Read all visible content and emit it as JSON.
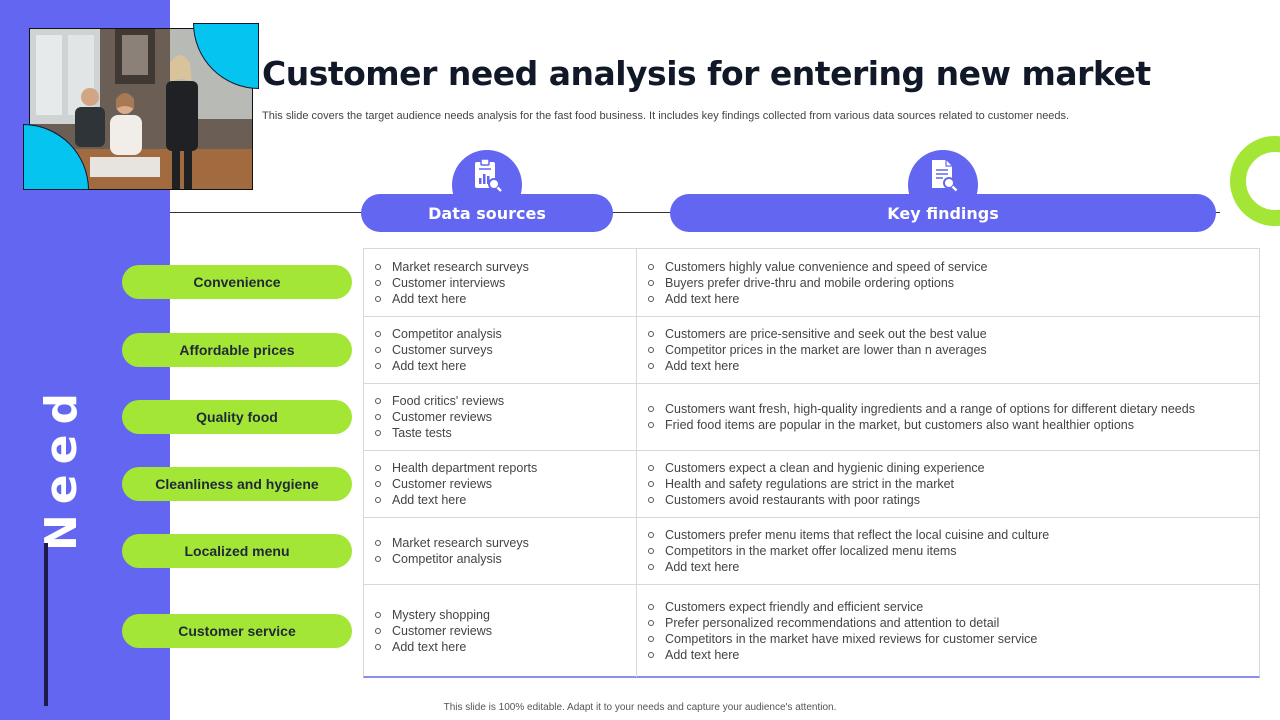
{
  "slide": {
    "title": "Customer need analysis for entering new market",
    "subtitle": "This slide covers the target audience needs analysis for the fast food business. It includes key findings collected from various data sources related to customer needs.",
    "side_label": "Need",
    "footer": "This slide is 100% editable. Adapt it to your needs and capture your audience's attention."
  },
  "columns": {
    "data_sources": "Data sources",
    "key_findings": "Key findings"
  },
  "icons": {
    "data_sources_icon": "report-search-icon",
    "key_findings_icon": "document-search-icon"
  },
  "colors": {
    "accent": "#6366f1",
    "lime": "#a3e635",
    "cyan": "#06c4f0"
  },
  "rows": [
    {
      "need": "Convenience",
      "sources": [
        "Market research surveys",
        "Customer interviews",
        "Add text here"
      ],
      "findings": [
        "Customers highly value  convenience  and speed of service",
        "Buyers prefer drive-thru  and mobile ordering options",
        "Add text here"
      ]
    },
    {
      "need": "Affordable prices",
      "sources": [
        "Competitor analysis",
        "Customer surveys",
        "Add text here"
      ],
      "findings": [
        "Customers are price-sensitive  and seek out the best value",
        "Competitor prices in the market are lower than n averages",
        "Add text here"
      ]
    },
    {
      "need": "Quality food",
      "sources": [
        "Food critics' reviews",
        "Customer reviews",
        "Taste tests"
      ],
      "findings": [
        "Customers want fresh, high-quality  ingredients  and a range  of options for different  dietary needs",
        "Fried food items are popular in the market, but customers also want healthier options"
      ]
    },
    {
      "need": "Cleanliness and hygiene",
      "sources": [
        "Health department  reports",
        "Customer reviews",
        "Add text here"
      ],
      "findings": [
        "Customers expect a clean and hygienic dining experience",
        "Health and safety regulations are strict in the market",
        "Customers avoid restaurants with poor ratings"
      ]
    },
    {
      "need": "Localized menu",
      "sources": [
        "Market research  surveys",
        "Competitor  analysis"
      ],
      "findings": [
        "Customers prefer menu items that reflect the local cuisine and culture",
        "Competitors in the market offer localized menu items",
        "Add text here"
      ]
    },
    {
      "need": "Customer service",
      "sources": [
        "Mystery shopping",
        "Customer reviews",
        "Add text here"
      ],
      "findings": [
        "Customers expect friendly and efficient service",
        "Prefer  personalized  recommendations  and attention to detail",
        "Competitors in the market have  mixed reviews  for customer service",
        "Add text here"
      ]
    }
  ]
}
